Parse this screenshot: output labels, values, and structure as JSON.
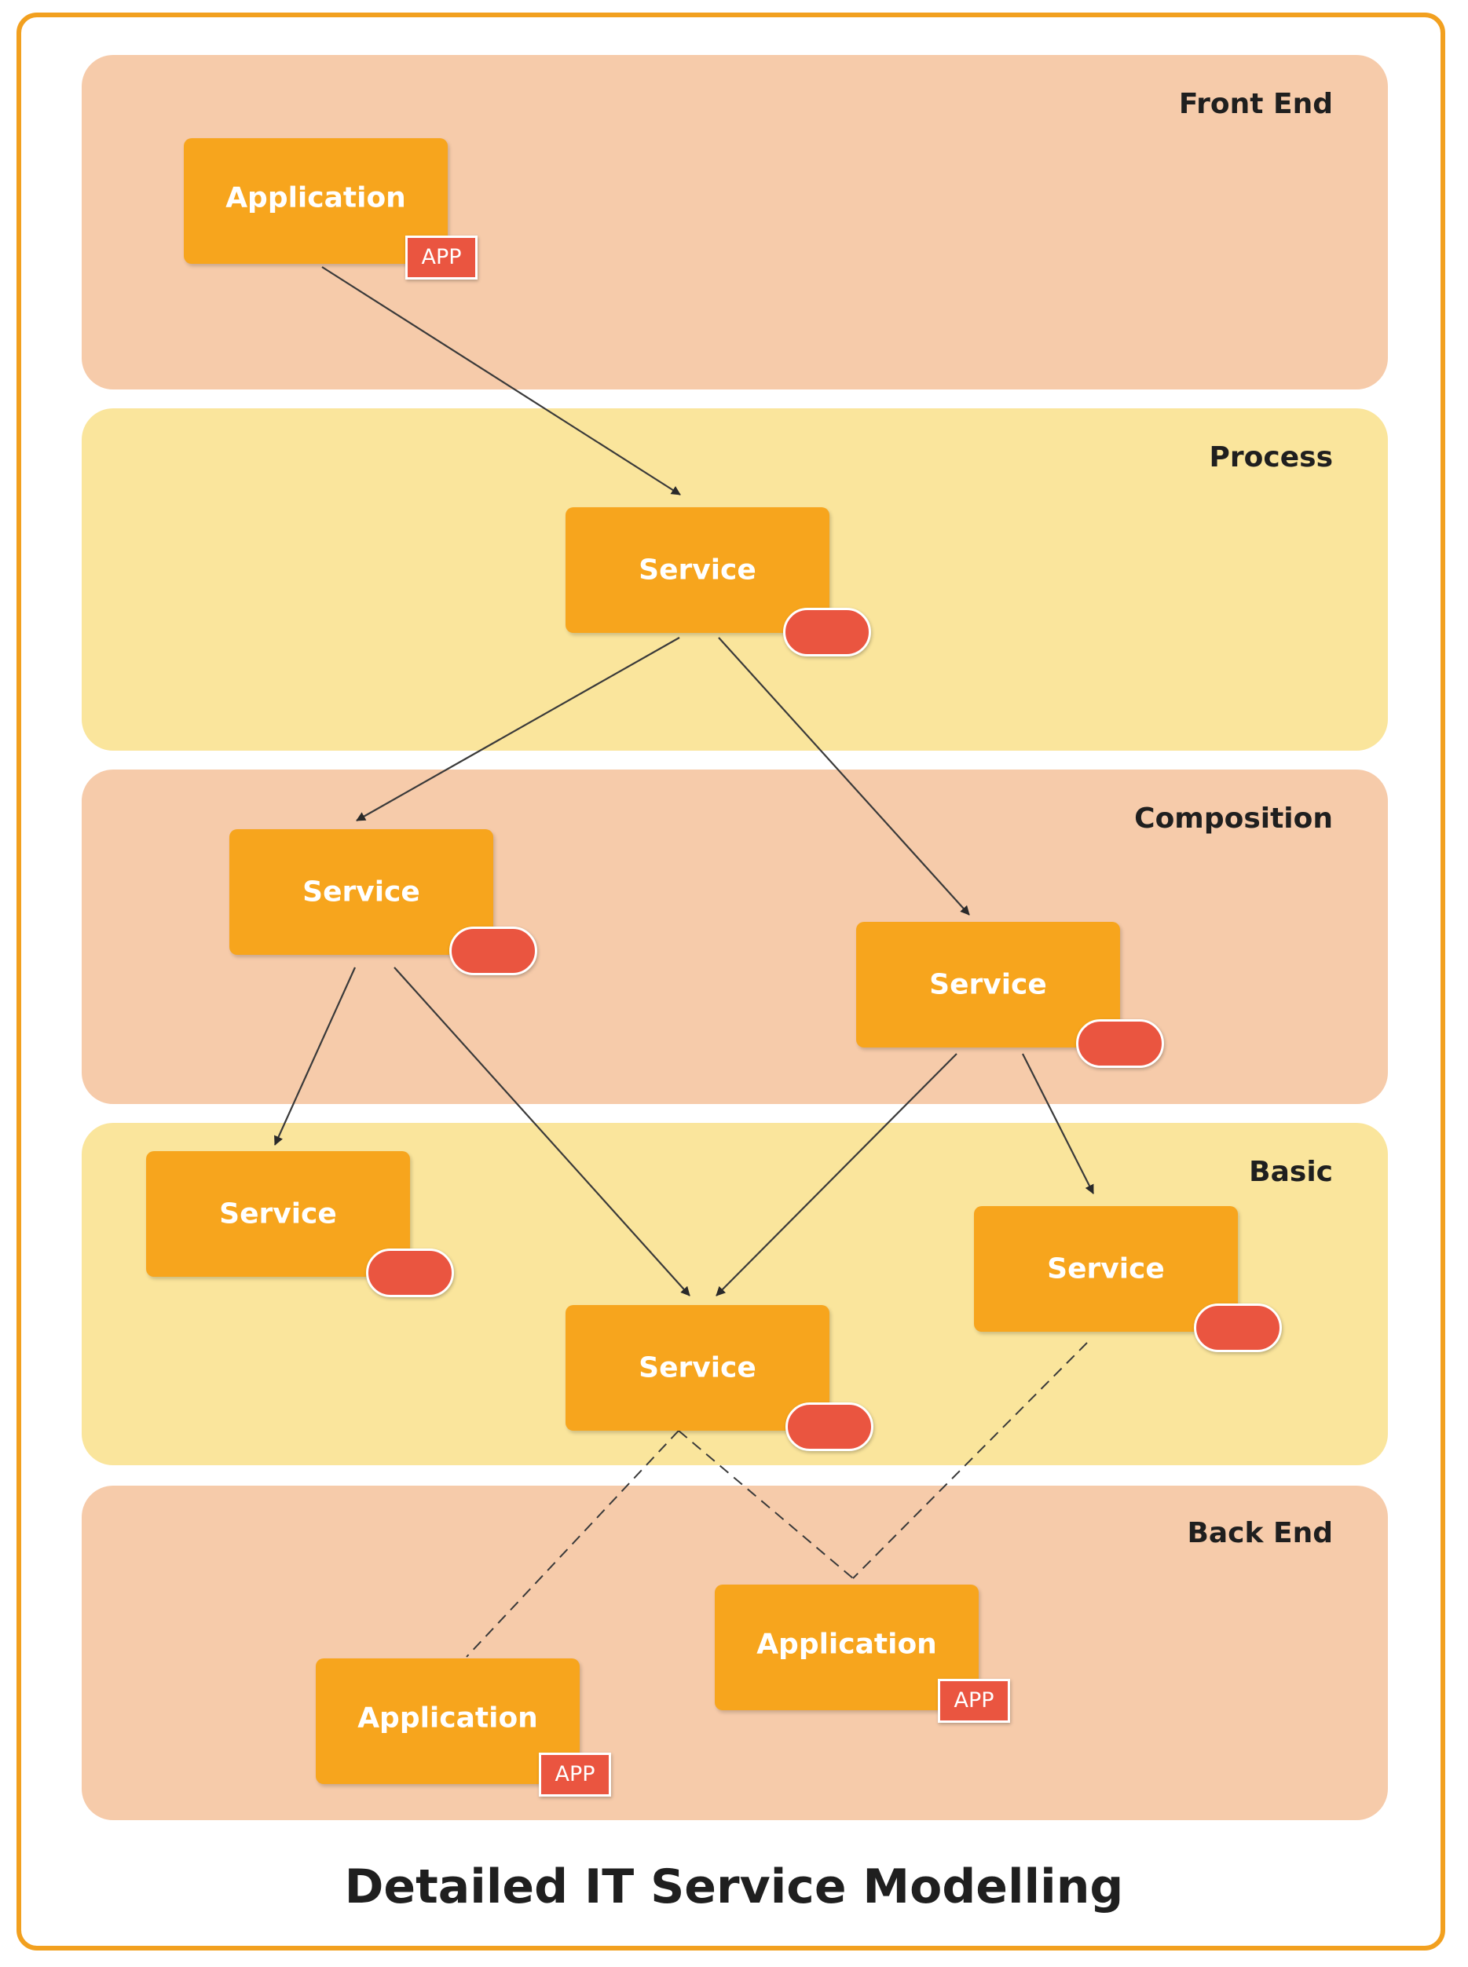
{
  "title": "Detailed IT Service Modelling",
  "colors": {
    "frame": "#f2a01f",
    "lane_salmon": "#f6cbaa",
    "lane_yellow": "#fae59c",
    "node": "#f7a51d",
    "badge": "#ea5540",
    "line": "#3a3a3a"
  },
  "lanes": [
    {
      "label": "Front End"
    },
    {
      "label": "Process"
    },
    {
      "label": "Composition"
    },
    {
      "label": "Basic"
    },
    {
      "label": "Back End"
    }
  ],
  "nodes": [
    {
      "id": "app-front",
      "label": "Application",
      "badge": "APP"
    },
    {
      "id": "svc-process",
      "label": "Service"
    },
    {
      "id": "svc-comp-left",
      "label": "Service"
    },
    {
      "id": "svc-comp-right",
      "label": "Service"
    },
    {
      "id": "svc-basic-left",
      "label": "Service"
    },
    {
      "id": "svc-basic-center",
      "label": "Service"
    },
    {
      "id": "svc-basic-right",
      "label": "Service"
    },
    {
      "id": "app-back-left",
      "label": "Application",
      "badge": "APP"
    },
    {
      "id": "app-back-right",
      "label": "Application",
      "badge": "APP"
    }
  ],
  "connections": [
    {
      "from": "app-front",
      "to": "svc-process",
      "style": "arrow"
    },
    {
      "from": "svc-process",
      "to": "svc-comp-left",
      "style": "arrow"
    },
    {
      "from": "svc-process",
      "to": "svc-comp-right",
      "style": "arrow"
    },
    {
      "from": "svc-comp-left",
      "to": "svc-basic-left",
      "style": "arrow"
    },
    {
      "from": "svc-comp-left",
      "to": "svc-basic-center",
      "style": "arrow"
    },
    {
      "from": "svc-comp-right",
      "to": "svc-basic-center",
      "style": "arrow"
    },
    {
      "from": "svc-comp-right",
      "to": "svc-basic-right",
      "style": "arrow"
    },
    {
      "from": "svc-basic-center",
      "to": "app-back-left",
      "style": "dashed"
    },
    {
      "from": "svc-basic-center",
      "to": "app-back-right",
      "style": "dashed"
    },
    {
      "from": "svc-basic-right",
      "to": "app-back-right",
      "style": "dashed"
    }
  ]
}
